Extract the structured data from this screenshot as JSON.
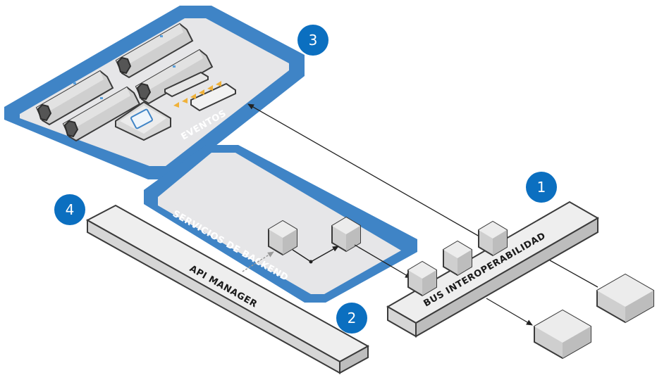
{
  "diagram": {
    "colors": {
      "accent_blue": "#3f84c6",
      "badge_blue": "#0b6fc0",
      "platform_fill": "#e6e6e8",
      "block_top": "#ececec",
      "block_left": "#d8d8d8",
      "block_right": "#bdbdbd",
      "outline": "#444444",
      "event_triangle": "#f0b23a"
    },
    "platforms": {
      "eventos": {
        "label": "EVENTOS"
      },
      "backend": {
        "label": "SERVICIOS DE BACKEND"
      }
    },
    "bars": {
      "api_manager": {
        "label": "API MANAGER"
      },
      "bus": {
        "label": "BUS INTEROPERABILIDAD"
      }
    },
    "badges": [
      {
        "id": "1",
        "label": "1"
      },
      {
        "id": "2",
        "label": "2"
      },
      {
        "id": "3",
        "label": "3"
      },
      {
        "id": "4",
        "label": "4"
      }
    ]
  }
}
